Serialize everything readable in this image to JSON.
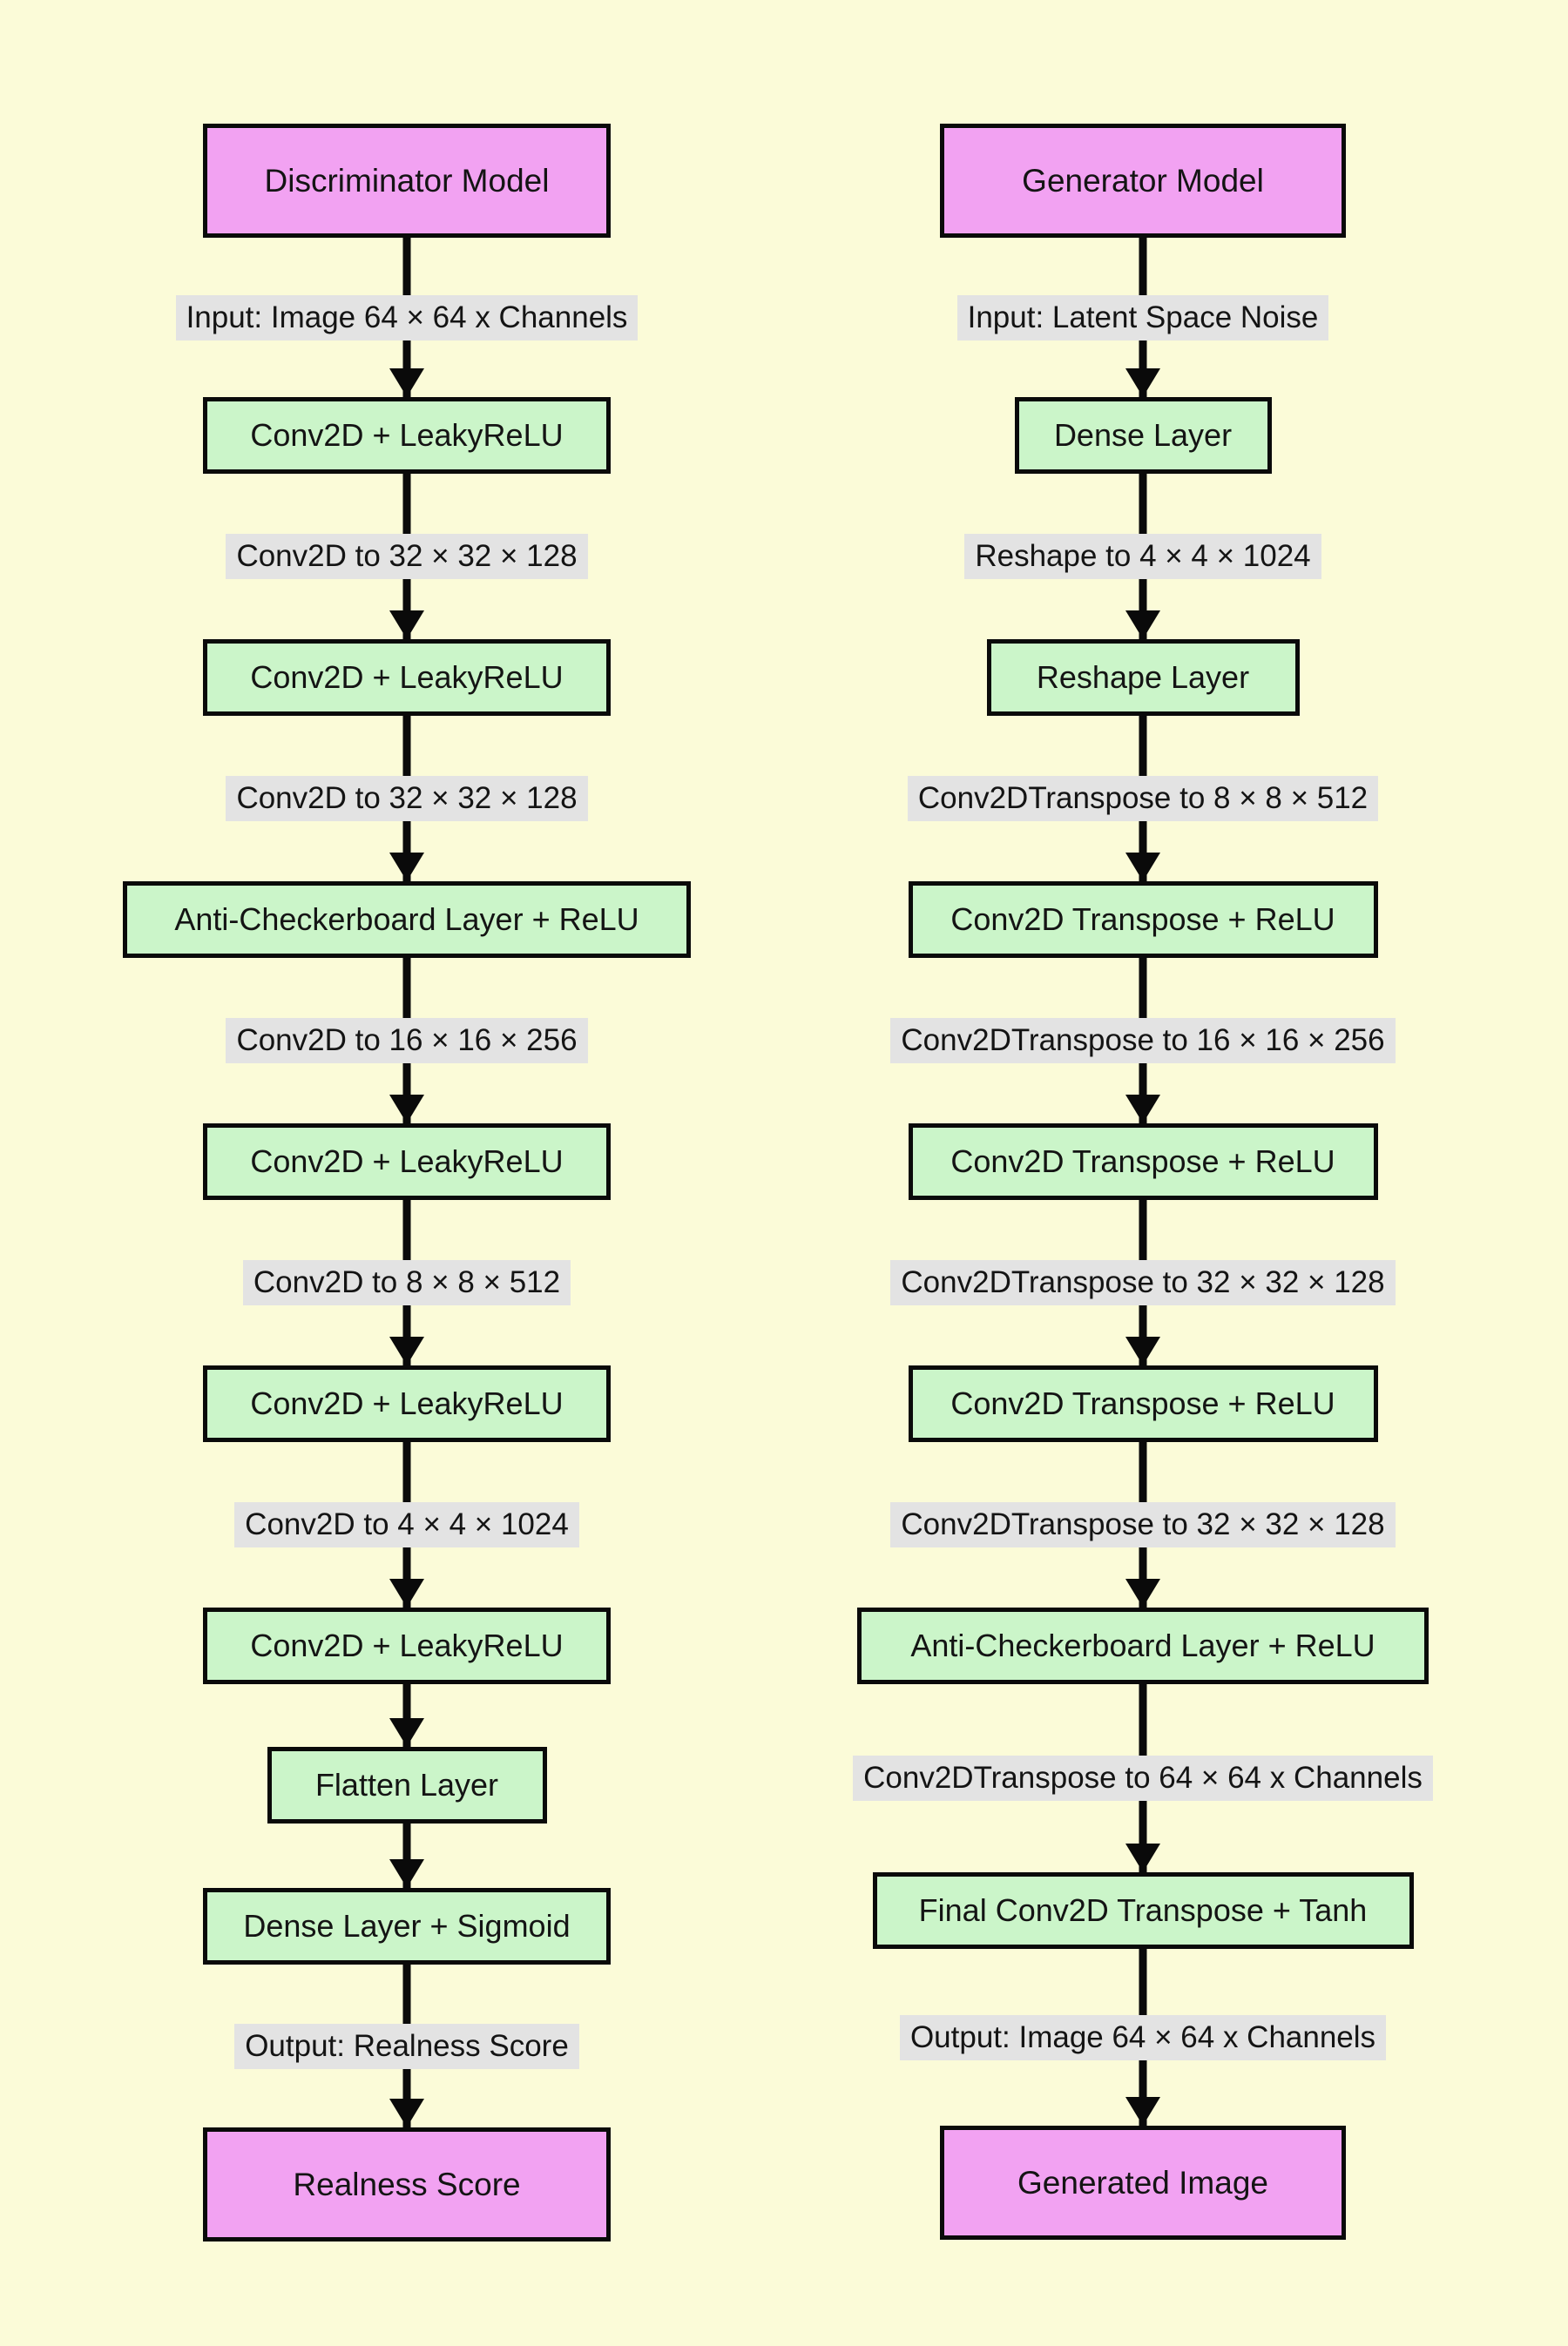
{
  "colors": {
    "background": "#FBFBD8",
    "model_node_fill": "#F2A2F2",
    "layer_node_fill": "#CBF5C9",
    "edge_label_bg": "#E3E3E3",
    "border_and_line": "#0A0A0A"
  },
  "discriminator": {
    "steps": [
      {
        "kind": "model",
        "label": "Discriminator Model"
      },
      {
        "kind": "edge",
        "label": "Input: Image 64 × 64 x Channels"
      },
      {
        "kind": "layer",
        "label": "Conv2D + LeakyReLU"
      },
      {
        "kind": "edge",
        "label": "Conv2D to 32 × 32 × 128"
      },
      {
        "kind": "layer",
        "label": "Conv2D + LeakyReLU"
      },
      {
        "kind": "edge",
        "label": "Conv2D to 32 × 32 × 128"
      },
      {
        "kind": "layer",
        "label": "Anti-Checkerboard Layer + ReLU"
      },
      {
        "kind": "edge",
        "label": "Conv2D to 16 × 16 × 256"
      },
      {
        "kind": "layer",
        "label": "Conv2D + LeakyReLU"
      },
      {
        "kind": "edge",
        "label": "Conv2D to 8 × 8 × 512"
      },
      {
        "kind": "layer",
        "label": "Conv2D + LeakyReLU"
      },
      {
        "kind": "edge",
        "label": "Conv2D to 4 × 4 × 1024"
      },
      {
        "kind": "layer",
        "label": "Conv2D + LeakyReLU"
      },
      {
        "kind": "arrow"
      },
      {
        "kind": "layer",
        "label": "Flatten Layer"
      },
      {
        "kind": "arrow"
      },
      {
        "kind": "layer",
        "label": "Dense Layer + Sigmoid"
      },
      {
        "kind": "edge",
        "label": "Output: Realness Score"
      },
      {
        "kind": "model",
        "label": "Realness Score"
      }
    ]
  },
  "generator": {
    "steps": [
      {
        "kind": "model",
        "label": "Generator Model"
      },
      {
        "kind": "edge",
        "label": "Input: Latent Space Noise"
      },
      {
        "kind": "layer",
        "label": "Dense Layer"
      },
      {
        "kind": "edge",
        "label": "Reshape to 4 × 4 × 1024"
      },
      {
        "kind": "layer",
        "label": "Reshape Layer"
      },
      {
        "kind": "edge",
        "label": "Conv2DTranspose to 8 × 8 × 512"
      },
      {
        "kind": "layer",
        "label": "Conv2D Transpose + ReLU"
      },
      {
        "kind": "edge",
        "label": "Conv2DTranspose to 16 × 16 × 256"
      },
      {
        "kind": "layer",
        "label": "Conv2D Transpose + ReLU"
      },
      {
        "kind": "edge",
        "label": "Conv2DTranspose to 32 × 32 × 128"
      },
      {
        "kind": "layer",
        "label": "Conv2D Transpose + ReLU"
      },
      {
        "kind": "edge",
        "label": "Conv2DTranspose to 32 × 32 × 128"
      },
      {
        "kind": "layer",
        "label": "Anti-Checkerboard Layer + ReLU"
      },
      {
        "kind": "edge",
        "label": "Conv2DTranspose to 64 × 64 x Channels"
      },
      {
        "kind": "layer",
        "label": "Final Conv2D Transpose + Tanh"
      },
      {
        "kind": "edge",
        "label": "Output: Image 64 × 64 x Channels"
      },
      {
        "kind": "model",
        "label": "Generated Image"
      }
    ]
  }
}
